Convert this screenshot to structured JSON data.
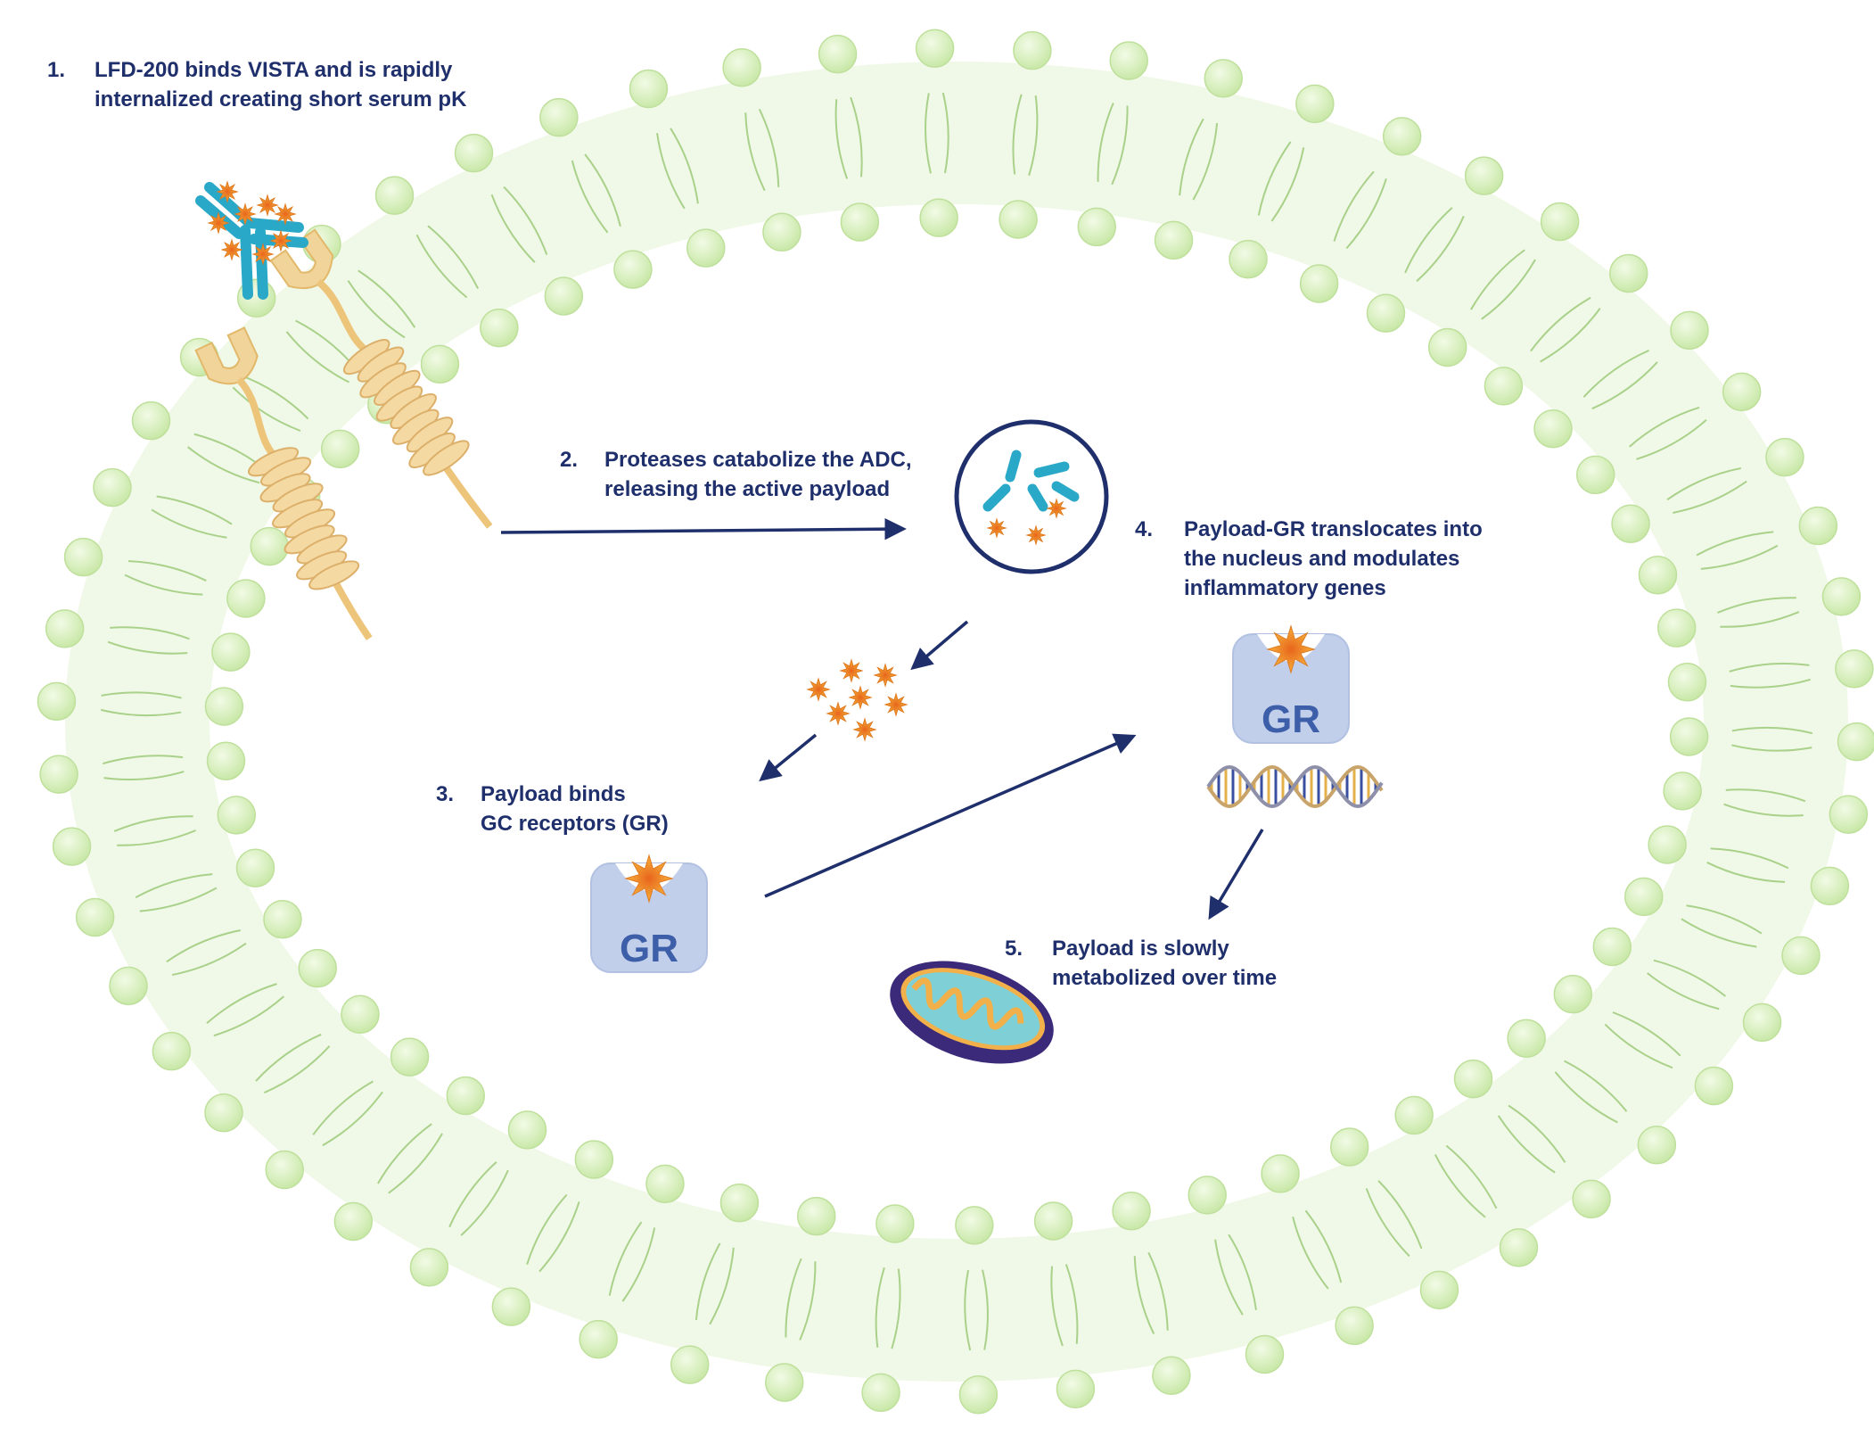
{
  "steps": [
    {
      "num": "1.",
      "lines": [
        "LFD-200 binds VISTA and is rapidly",
        "internalized creating short serum pK"
      ]
    },
    {
      "num": "2.",
      "lines": [
        "Proteases catabolize the ADC,",
        "releasing the active payload"
      ]
    },
    {
      "num": "3.",
      "lines": [
        "Payload binds",
        "GC receptors (GR)"
      ]
    },
    {
      "num": "4.",
      "lines": [
        "Payload-GR translocates into",
        "the nucleus and modulates",
        "inflammatory genes"
      ]
    },
    {
      "num": "5.",
      "lines": [
        "Payload is slowly",
        "metabolized over time"
      ]
    }
  ],
  "receptors": {
    "label_left": "GR",
    "label_right": "GR"
  },
  "colors": {
    "text": "#1f2f6b",
    "arrow": "#1f2f6b",
    "membrane_head": "#d9f0bf",
    "membrane_tail": "#a9d18a",
    "antibody": "#2aa8c8",
    "payload": "#f29a2e",
    "receptor_protein": "#f1d49a",
    "gr_label": "#3d5ea8",
    "mitochondrion_outer": "#3b2a7a",
    "mitochondrion_inner": "#7fd0d6"
  },
  "icons": [
    "antibody-drug-conjugate-icon",
    "vista-receptor-icon",
    "lysosome-icon",
    "payload-molecule-icon",
    "dna-helix-icon",
    "mitochondrion-icon"
  ]
}
